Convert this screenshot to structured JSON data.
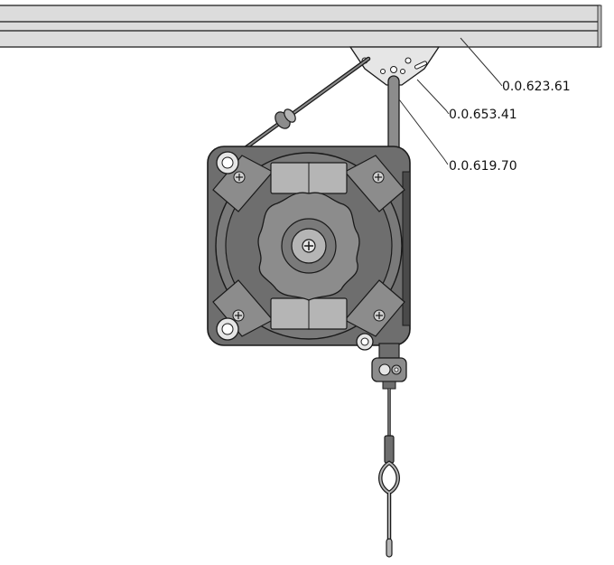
{
  "diagram": {
    "callouts": [
      {
        "id": "rail",
        "label": "0.0.623.61"
      },
      {
        "id": "bracket",
        "label": "0.0.653.41"
      },
      {
        "id": "hanger",
        "label": "0.0.619.70"
      }
    ]
  },
  "colors": {
    "outline": "#1a1a1a",
    "housing": "#6e6e6e",
    "housing_dark": "#4a4a4a",
    "part_light": "#b5b5b5",
    "part_mid": "#8c8c8c",
    "rail_fill": "#dcdcdc",
    "leader": "#333333"
  }
}
